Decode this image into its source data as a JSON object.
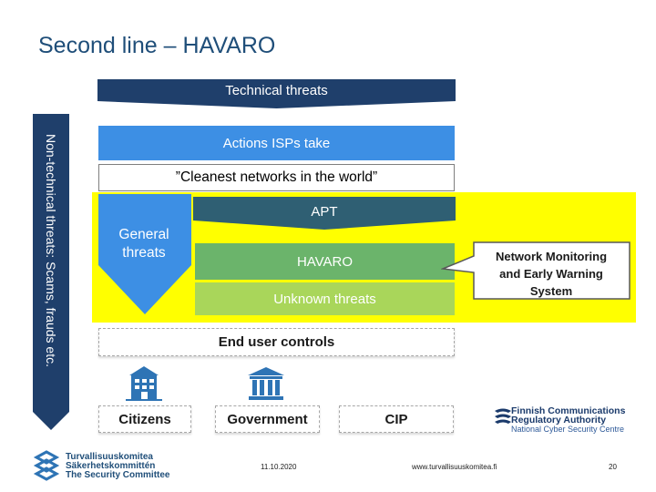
{
  "title": "Second line – HAVARO",
  "side_label": "Non-technical threats: Scams, frauds etc.",
  "layers": {
    "technical": "Technical threats",
    "isps": "Actions ISPs take",
    "cleanest": "”Cleanest networks in the world”",
    "apt": "APT",
    "general_line1": "General",
    "general_line2": "threats",
    "havaro": "HAVARO",
    "unknown": "Unknown threats",
    "end_user": "End user controls"
  },
  "callout": {
    "line1": "Network Monitoring",
    "line2": "and Early Warning",
    "line3": "System"
  },
  "actors": {
    "citizens": "Citizens",
    "government": "Government",
    "cip": "CIP"
  },
  "ficora": {
    "line1": "Finnish Communications",
    "line2": "Regulatory Authority",
    "line3": "National Cyber Security Centre"
  },
  "security_committee": {
    "line1": "Turvallisuuskomitea",
    "line2": "Säkerhetskommittén",
    "line3": "The Security Committee"
  },
  "footer": {
    "date": "11.10.2020",
    "url": "www.turvallisuuskomitea.fi",
    "page": "20"
  },
  "colors": {
    "title": "#1f4e79",
    "dark_navy": "#1f3f6b",
    "isp_blue": "#3d8fe4",
    "yellow": "#ffff00",
    "apt_slate": "#2f5f73",
    "havaro_green": "#6bb46b",
    "unknown_lime": "#a9d65a",
    "general_blue": "#3d8fe4"
  }
}
